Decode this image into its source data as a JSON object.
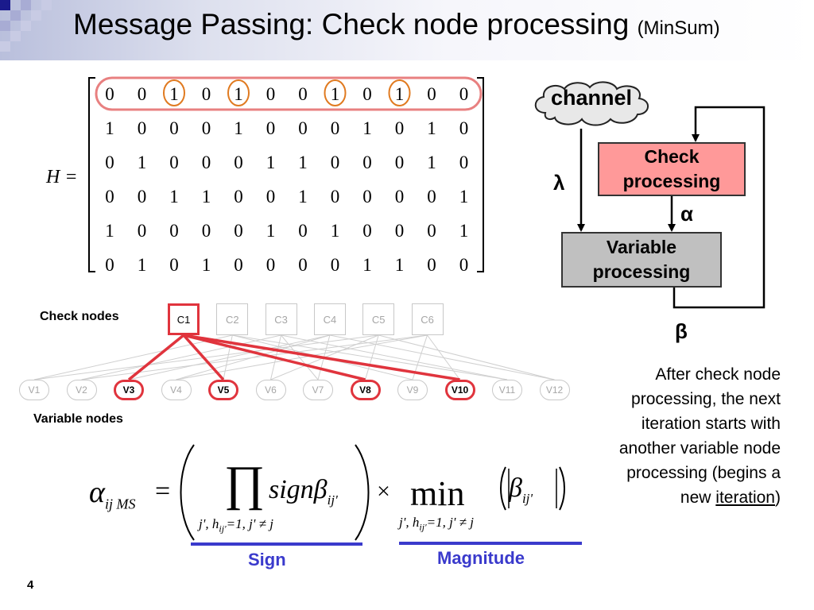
{
  "title": {
    "main": "Message Passing: Check node processing",
    "sub": "(MinSum)"
  },
  "matrix": {
    "label": "H =",
    "rows": [
      [
        0,
        0,
        1,
        0,
        1,
        0,
        0,
        1,
        0,
        1,
        0,
        0
      ],
      [
        1,
        0,
        0,
        0,
        1,
        0,
        0,
        0,
        1,
        0,
        1,
        0
      ],
      [
        0,
        1,
        0,
        0,
        0,
        1,
        1,
        0,
        0,
        0,
        1,
        0
      ],
      [
        0,
        0,
        1,
        1,
        0,
        0,
        1,
        0,
        0,
        0,
        0,
        1
      ],
      [
        1,
        0,
        0,
        0,
        0,
        1,
        0,
        1,
        0,
        0,
        0,
        1
      ],
      [
        0,
        1,
        0,
        1,
        0,
        0,
        0,
        0,
        1,
        1,
        0,
        0
      ]
    ],
    "highlight_row": 0,
    "circled_cols": [
      2,
      4,
      7,
      9
    ],
    "highlight_color": "#e88080",
    "circle_color": "#e07a20"
  },
  "tanner": {
    "check_label": "Check nodes",
    "variable_label": "Variable nodes",
    "check_nodes": [
      "C1",
      "C2",
      "C3",
      "C4",
      "C5",
      "C6"
    ],
    "variable_nodes": [
      "V1",
      "V2",
      "V3",
      "V4",
      "V5",
      "V6",
      "V7",
      "V8",
      "V9",
      "V10",
      "V11",
      "V12"
    ],
    "active_check": 0,
    "active_variables": [
      2,
      4,
      7,
      9
    ],
    "accent": "#e0343d"
  },
  "flow": {
    "channel": "channel",
    "check_box": "Check processing",
    "variable_box": "Variable processing",
    "lambda": "λ",
    "alpha": "α",
    "beta": "β",
    "check_color": "#ff9999",
    "variable_color": "#c0c0c0"
  },
  "description": {
    "text": "After check node processing, the next iteration starts with another variable node processing (begins a new ",
    "link": "iteration",
    "end": ")"
  },
  "formula": {
    "lhs": "α",
    "lhs_sub": "ij MS",
    "equals": "=",
    "prod": "∏",
    "sign_term": "signβ",
    "sign_sub": "ij'",
    "times": "×",
    "min": "min",
    "beta": "β",
    "beta_sub": "ij'",
    "under_label": "j', h",
    "under_sub": "ij'",
    "under_rest": "=1, j' ≠ j",
    "sign_caption": "Sign",
    "magnitude_caption": "Magnitude",
    "caption_color": "#3a3acc"
  },
  "slide_number": "4"
}
